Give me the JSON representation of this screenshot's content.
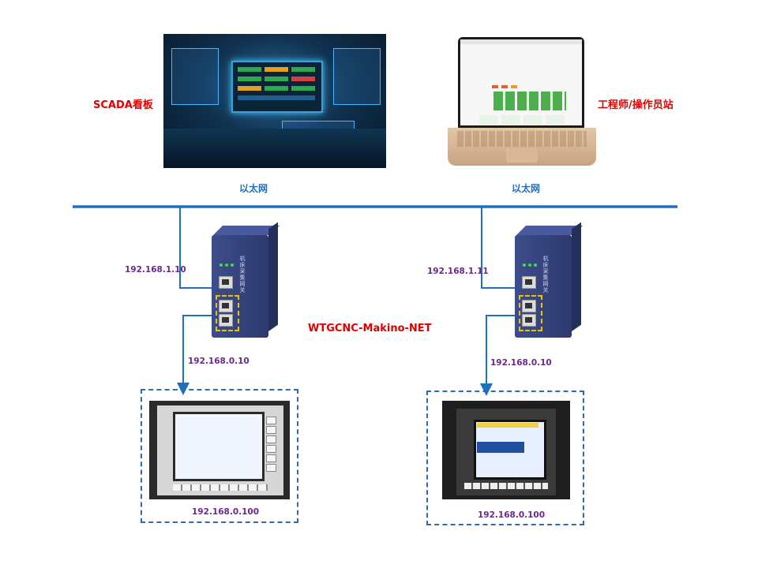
{
  "top": {
    "scada_label": "SCADA看板",
    "station_label": "工程师/操作员站",
    "ethernet_left": "以太网",
    "ethernet_right": "以太网"
  },
  "gateway": {
    "name": "WTGCNC-Makino-NET",
    "left": {
      "ip_upper": "192.168.1.10",
      "ip_lower": "192.168.0.10"
    },
    "right": {
      "ip_upper": "192.168.1.11",
      "ip_lower": "192.168.0.10"
    }
  },
  "machines": {
    "left_ip": "192.168.0.100",
    "right_ip": "192.168.0.100"
  },
  "colors": {
    "wire": "#1f6fbf",
    "label_red": "#e00000",
    "label_blue": "#1f6fbf",
    "label_purple": "#6a2a8a"
  },
  "icons": [
    "arrow-down-icon"
  ]
}
